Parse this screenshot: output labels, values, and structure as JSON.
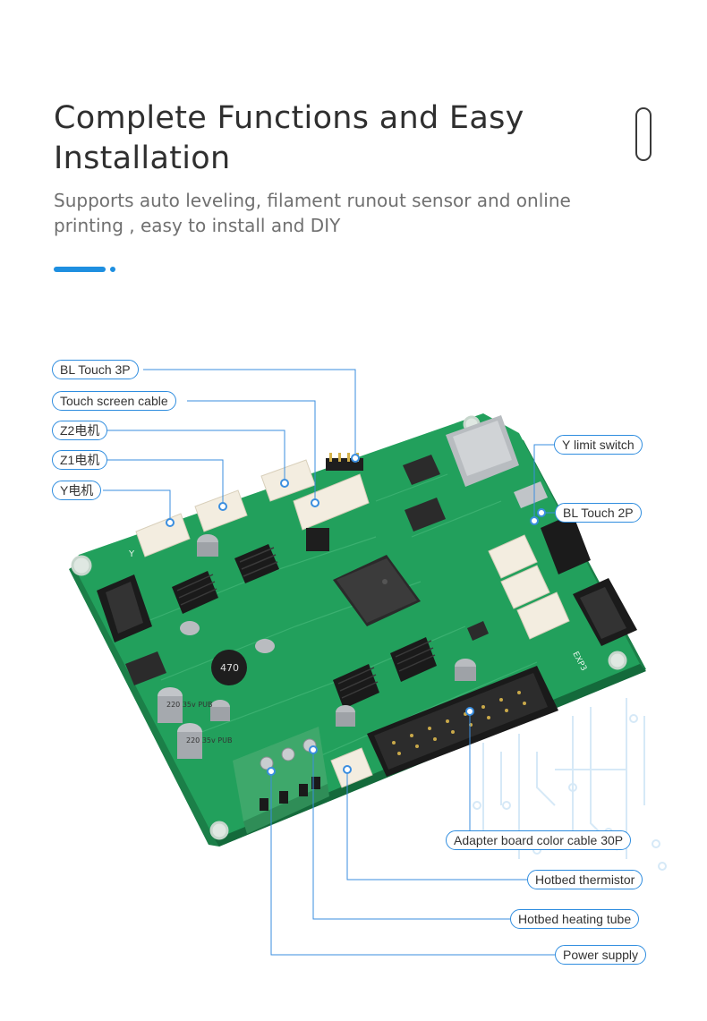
{
  "header": {
    "title_line1": "Complete Functions and Easy",
    "title_line2": "Installation",
    "subtitle_line1": "Supports auto leveling,  filament runout sensor and online",
    "subtitle_line2": "printing , easy to install and DIY"
  },
  "board": {
    "chip_label": "470",
    "cap_label_1": "220 35v PUB",
    "cap_label_2": "220 35v PUB",
    "exp_label": "EXP3",
    "y_silk": "Y"
  },
  "callouts": [
    {
      "id": "bl-touch-3p",
      "label": "BL Touch 3P"
    },
    {
      "id": "touch-screen-cable",
      "label": "Touch screen cable"
    },
    {
      "id": "z2-motor",
      "label": "Z2电机"
    },
    {
      "id": "z1-motor",
      "label": "Z1电机"
    },
    {
      "id": "y-motor",
      "label": "Y电机"
    },
    {
      "id": "y-limit-switch",
      "label": "Y limit switch"
    },
    {
      "id": "bl-touch-2p",
      "label": "BL Touch 2P"
    },
    {
      "id": "adapter-board-cable",
      "label": "Adapter board color cable 30P"
    },
    {
      "id": "hotbed-thermistor",
      "label": "Hotbed thermistor"
    },
    {
      "id": "hotbed-heating-tube",
      "label": "Hotbed heating tube"
    },
    {
      "id": "power-supply",
      "label": "Power supply"
    }
  ],
  "colors": {
    "accent": "#1e8fe0",
    "pcb_green": "#1f9a57",
    "terminal_green": "#4cb87a",
    "leader_line": "#2f8ddf"
  }
}
